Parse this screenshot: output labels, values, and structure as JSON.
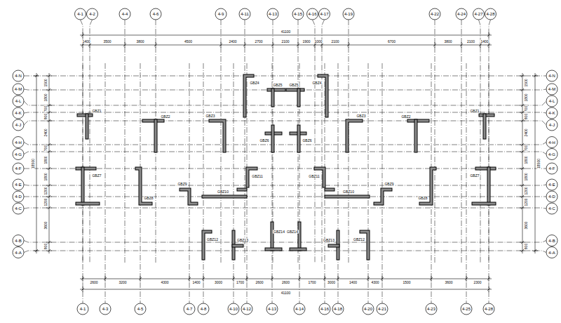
{
  "diagram": {
    "labels": [
      "4-1",
      "4-2",
      "4-4",
      "4-6",
      "4-9",
      "4-11",
      "4-13",
      "4-15",
      "4-16",
      "4-17",
      "4-19",
      "4-22",
      "4-24",
      "4-27",
      "4-28",
      "4-1",
      "4-3",
      "4-5",
      "4-7",
      "4-8",
      "4-10",
      "4-12",
      "4-13",
      "4-14",
      "4-16",
      "4-18",
      "4-20",
      "4-21",
      "4-23",
      "4-25",
      "4-28",
      "4-N",
      "4-M",
      "4-L",
      "4-K",
      "4-J",
      "4-H",
      "4-G",
      "4-F",
      "4-E",
      "4-D",
      "4-C",
      "4-B",
      "4-A",
      "4-N",
      "4-M",
      "4-L",
      "4-K",
      "4-J",
      "4-H",
      "4-G",
      "4-F",
      "4-E",
      "4-D",
      "4-C",
      "4-B",
      "4-A",
      "41100",
      "1400",
      "3500",
      "3800",
      "4500",
      "2400",
      "2700",
      "2100",
      "1900",
      "1000",
      "2100",
      "6700",
      "3800",
      "2100",
      "1400",
      "41100",
      "2600",
      "3200",
      "4300",
      "1400",
      "3000",
      "1700",
      "2600",
      "2600",
      "1700",
      "3000",
      "1400",
      "4300",
      "1500",
      "3600",
      "2300",
      "1500",
      "1800",
      "700",
      "900",
      "2400",
      "700",
      "1800",
      "1800",
      "1200",
      "1200",
      "3600",
      "900",
      "18500",
      "1500",
      "1800",
      "700",
      "900",
      "2400",
      "700",
      "1800",
      "1800",
      "1200",
      "1200",
      "3600",
      "900",
      "18500",
      "GBZ1",
      "GBZ2",
      "GBZ3",
      "GBZ4",
      "GBZ5",
      "GBZ6",
      "GBZ7",
      "GBZ8",
      "GBZ9",
      "GBZ10",
      "GBZ11",
      "GBZ12",
      "GBZ13",
      "GBZ14",
      "GBZ1",
      "GBZ2",
      "GBZ3",
      "GBZ4",
      "GBZ5",
      "GBZ6",
      "GBZ7",
      "GBZ8",
      "GBZ9",
      "GBZ10",
      "GBZ11",
      "GBZ12",
      "GBZ13",
      "GBZ14"
    ]
  }
}
